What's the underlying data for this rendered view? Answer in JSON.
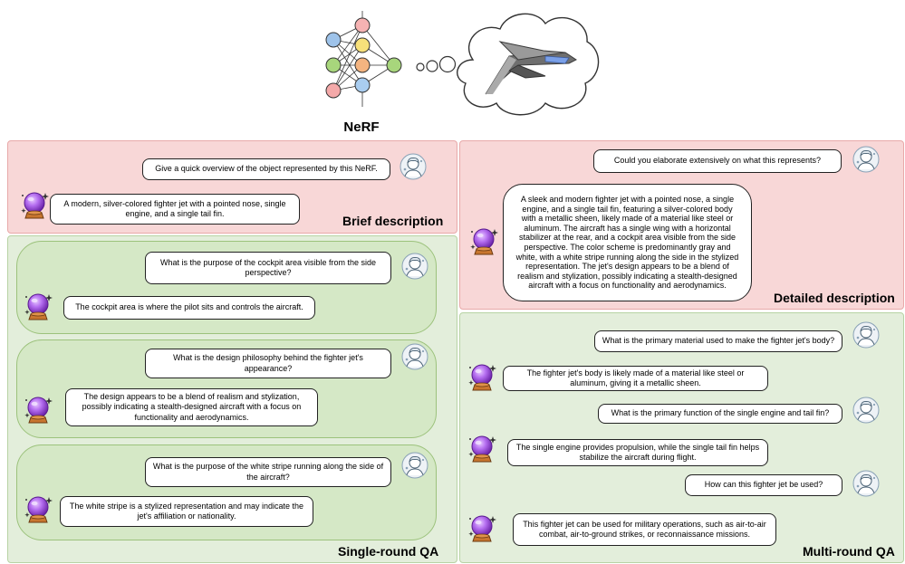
{
  "header": {
    "nerf_label": "NeRF"
  },
  "brief": {
    "title": "Brief description",
    "question": "Give a quick overview of the object represented by this NeRF.",
    "answer": "A modern, silver-colored fighter jet with a pointed nose, single engine, and a single tail fin."
  },
  "detailed": {
    "title": "Detailed description",
    "question": "Could you elaborate extensively on what this represents?",
    "answer": "A sleek and modern fighter jet with a pointed nose, a single engine, and a single tail fin, featuring a silver-colored body with a metallic sheen, likely made of a material like steel or aluminum. The aircraft has a single wing with a horizontal stabilizer at the rear, and a cockpit area visible from the side perspective. The color scheme is predominantly gray and white, with a white stripe running along the side in the stylized representation. The jet's design appears to be a blend of realism and stylization, possibly indicating a stealth-designed aircraft with a focus on functionality and aerodynamics."
  },
  "single": {
    "title": "Single-round QA",
    "items": [
      {
        "question": "What is the purpose of the cockpit area visible from the side perspective?",
        "answer": "The cockpit area is where the pilot sits and controls the aircraft."
      },
      {
        "question": "What is the design philosophy behind the fighter jet's appearance?",
        "answer": "The design appears to be a blend of realism and stylization, possibly indicating a stealth-designed aircraft with a focus on functionality and aerodynamics."
      },
      {
        "question": "What is the purpose of the white stripe running along the side of the aircraft?",
        "answer": "The white stripe is a stylized representation and may indicate the jet's affiliation or nationality."
      }
    ]
  },
  "multi": {
    "title": "Multi-round QA",
    "turns": [
      {
        "question": "What is the primary material used to make the fighter jet's body?",
        "answer": "The fighter jet's body is likely made of a material like steel or aluminum, giving it a metallic sheen."
      },
      {
        "question": "What is the primary function of the single engine and tail fin?",
        "answer": "The single engine provides propulsion, while the single tail fin helps stabilize the aircraft during flight."
      },
      {
        "question": "How can this fighter jet be used?",
        "answer": "This fighter jet can be used for military operations, such as air-to-air combat, air-to-ground strikes, or reconnaissance missions."
      }
    ]
  },
  "colors": {
    "panel_red": "#f8d7d7",
    "panel_green": "#e3eedb",
    "panel_inner_green": "#d5e8c6",
    "orb_purple": "#9b4fd6"
  }
}
